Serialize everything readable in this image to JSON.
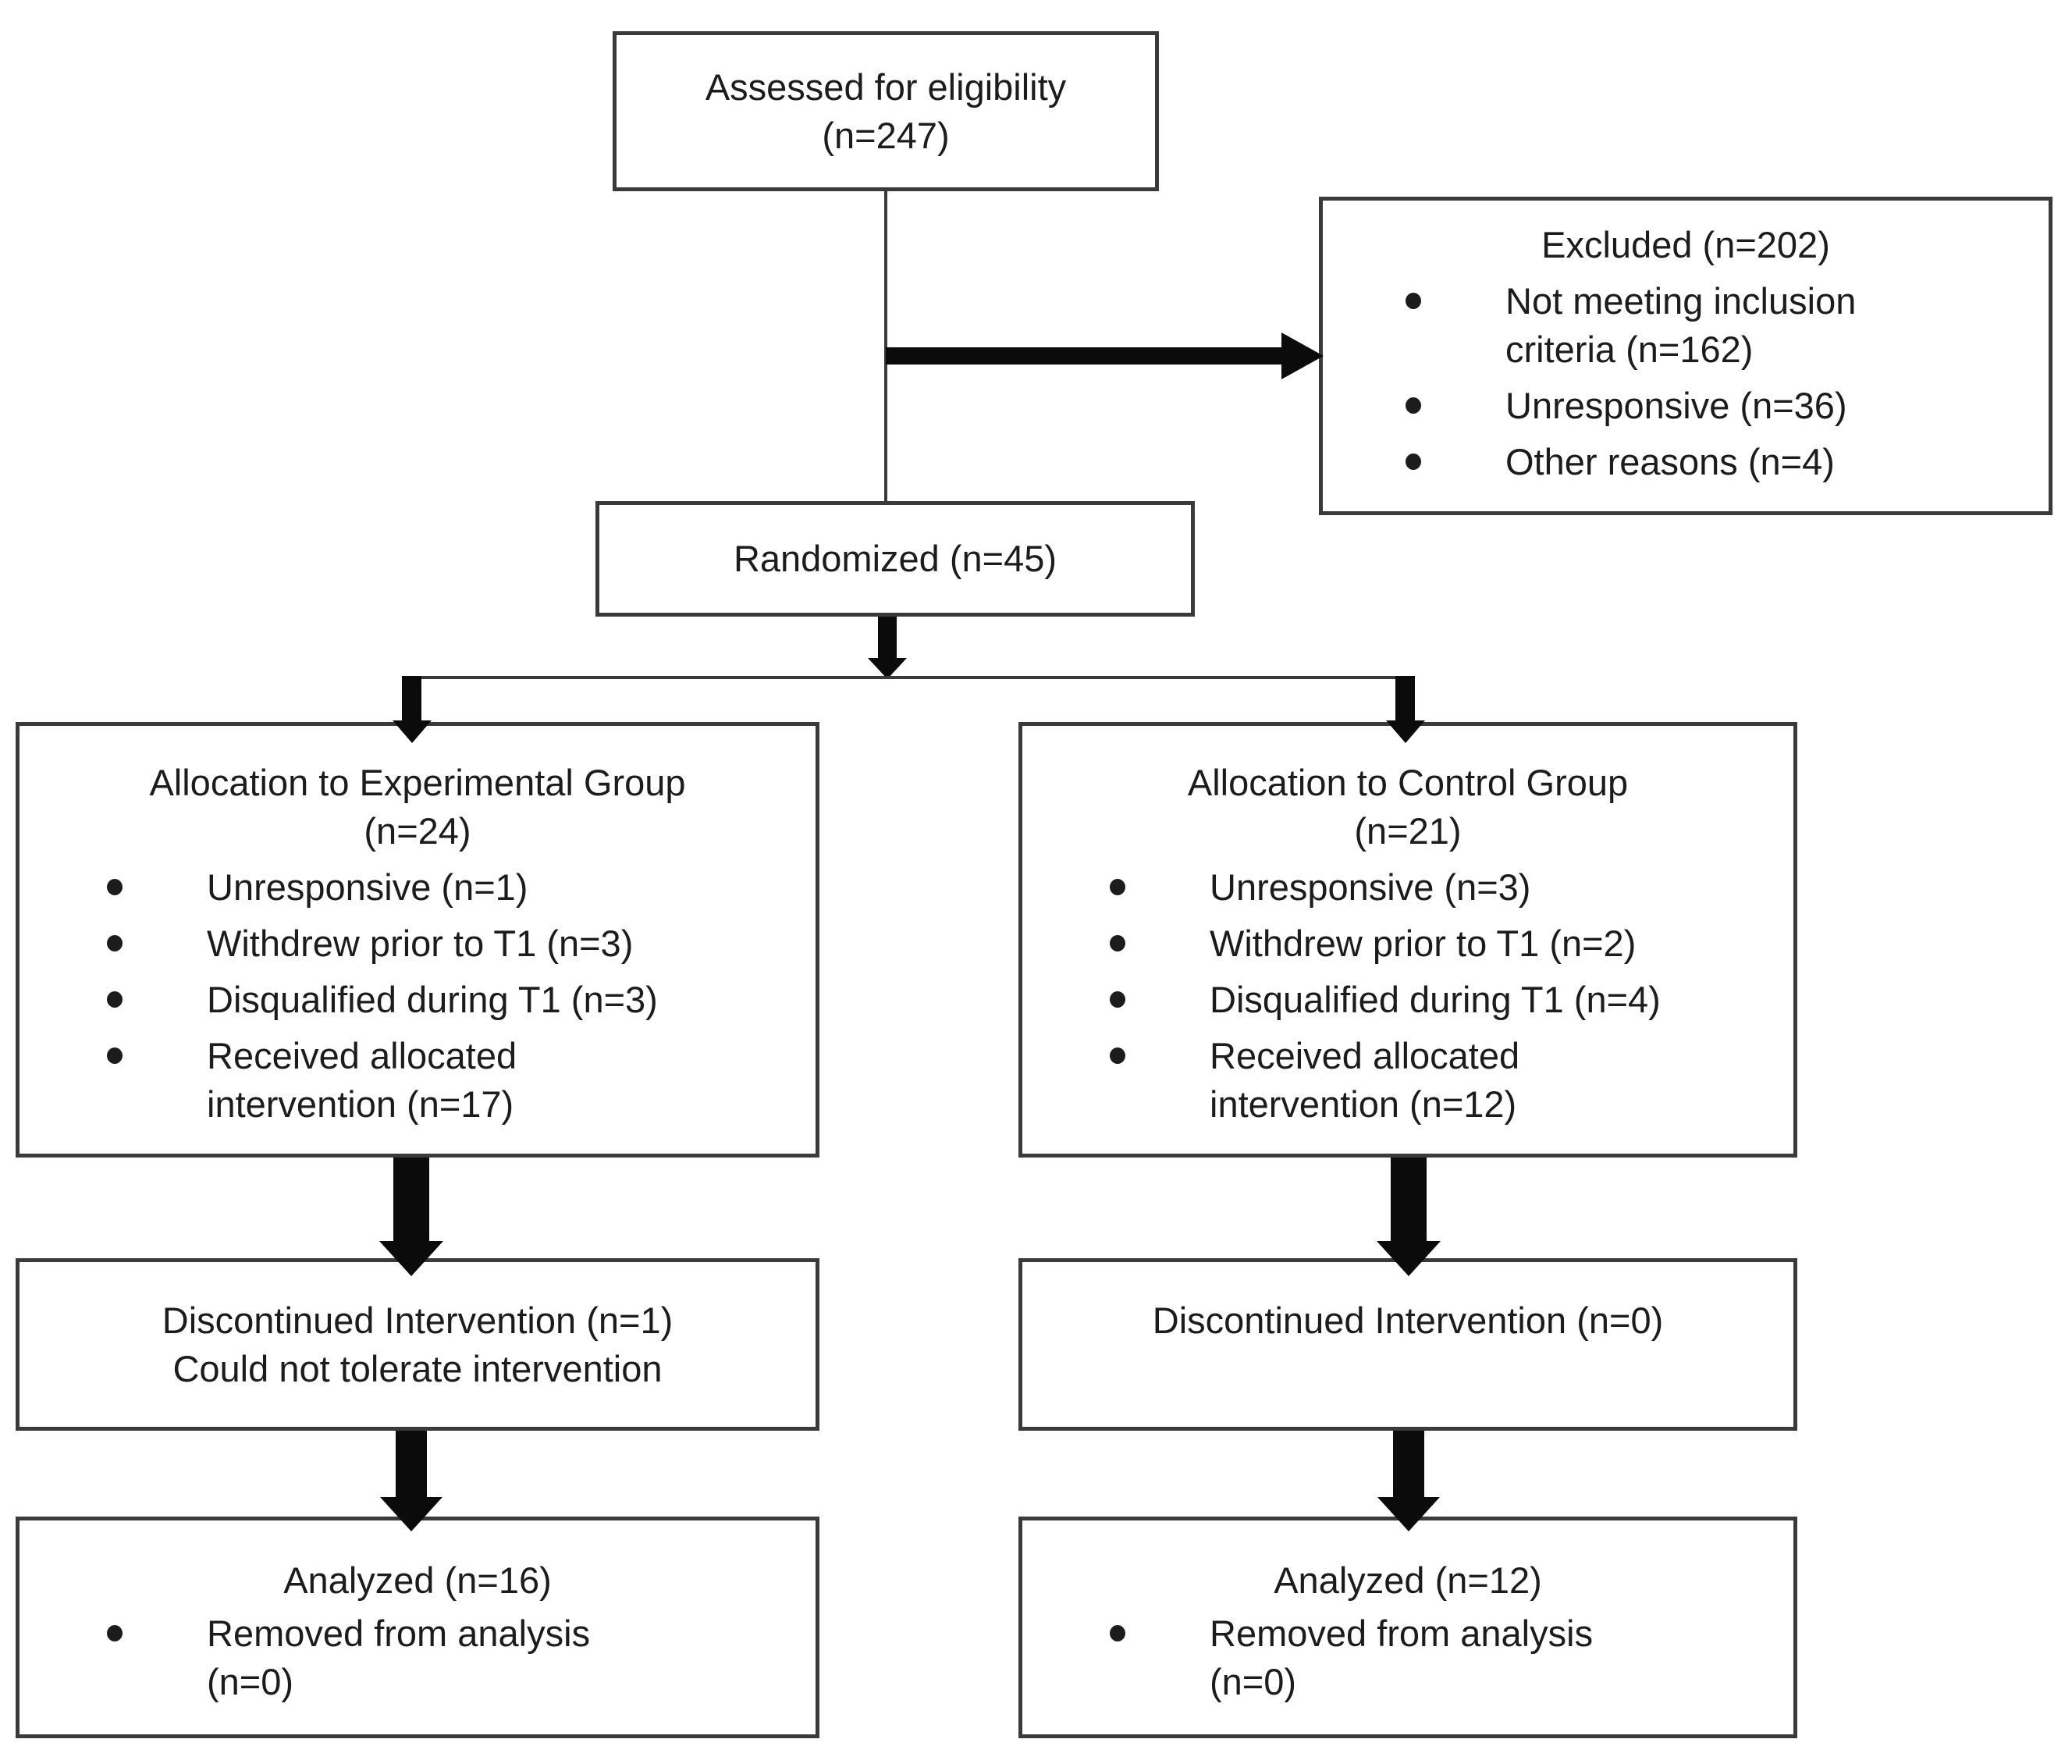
{
  "colors": {
    "border": "#3a3a3a",
    "arrow": "#0b0b0b",
    "text": "#1c1c1c",
    "bg": "#ffffff"
  },
  "assessed": {
    "lines": [
      "Assessed for eligibility",
      "(n=247)"
    ]
  },
  "excluded": {
    "title": "Excluded (n=202)",
    "bullets": [
      {
        "lines": [
          "Not meeting inclusion",
          "criteria (n=162)"
        ]
      },
      {
        "lines": [
          "Unresponsive (n=36)"
        ]
      },
      {
        "lines": [
          "Other reasons (n=4)"
        ]
      }
    ]
  },
  "randomized": {
    "label": "Randomized (n=45)"
  },
  "alloc_experimental": {
    "title_lines": [
      "Allocation to Experimental Group",
      "(n=24)"
    ],
    "bullets": [
      {
        "lines": [
          "Unresponsive (n=1)"
        ]
      },
      {
        "lines": [
          "Withdrew prior to T1 (n=3)"
        ]
      },
      {
        "lines": [
          "Disqualified during T1 (n=3)"
        ]
      },
      {
        "lines": [
          "Received allocated",
          "intervention (n=17)"
        ]
      }
    ]
  },
  "alloc_control": {
    "title_lines": [
      "Allocation to Control Group",
      "(n=21)"
    ],
    "bullets": [
      {
        "lines": [
          "Unresponsive (n=3)"
        ]
      },
      {
        "lines": [
          "Withdrew prior to T1 (n=2)"
        ]
      },
      {
        "lines": [
          "Disqualified during T1 (n=4)"
        ]
      },
      {
        "lines": [
          "Received allocated",
          "intervention (n=12)"
        ]
      }
    ]
  },
  "discontinued_experimental": {
    "lines": [
      "Discontinued Intervention (n=1)",
      "Could not tolerate intervention"
    ]
  },
  "discontinued_control": {
    "lines": [
      "Discontinued Intervention (n=0)"
    ]
  },
  "analyzed_experimental": {
    "title": "Analyzed (n=16)",
    "bullets": [
      {
        "lines": [
          "Removed from analysis",
          "(n=0)"
        ]
      }
    ]
  },
  "analyzed_control": {
    "title": "Analyzed (n=12)",
    "bullets": [
      {
        "lines": [
          "Removed from analysis",
          "(n=0)"
        ]
      }
    ]
  }
}
